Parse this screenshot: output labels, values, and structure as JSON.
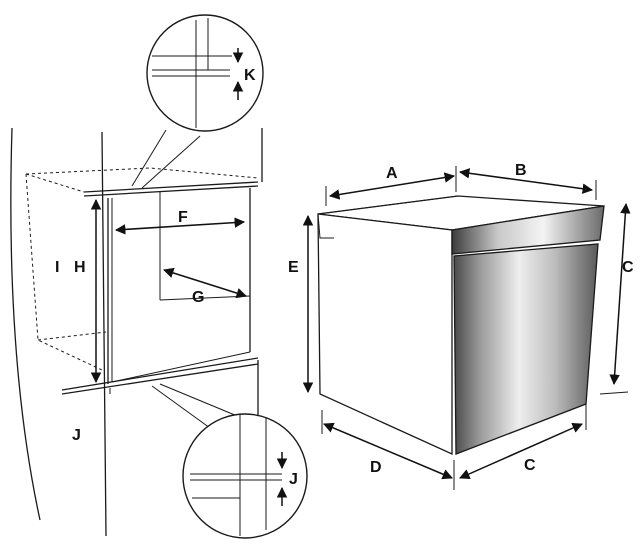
{
  "labels": {
    "A": "A",
    "B": "B",
    "C_side": "C",
    "C_bottom": "C",
    "D": "D",
    "E": "E",
    "F": "F",
    "G": "G",
    "H": "H",
    "I": "I",
    "J_wall": "J",
    "J_detail": "J",
    "K": "K"
  },
  "colors": {
    "line": "#1a1a1a",
    "glass_dark": "#3a3a3a",
    "glass_light": "#f2f2f2"
  }
}
